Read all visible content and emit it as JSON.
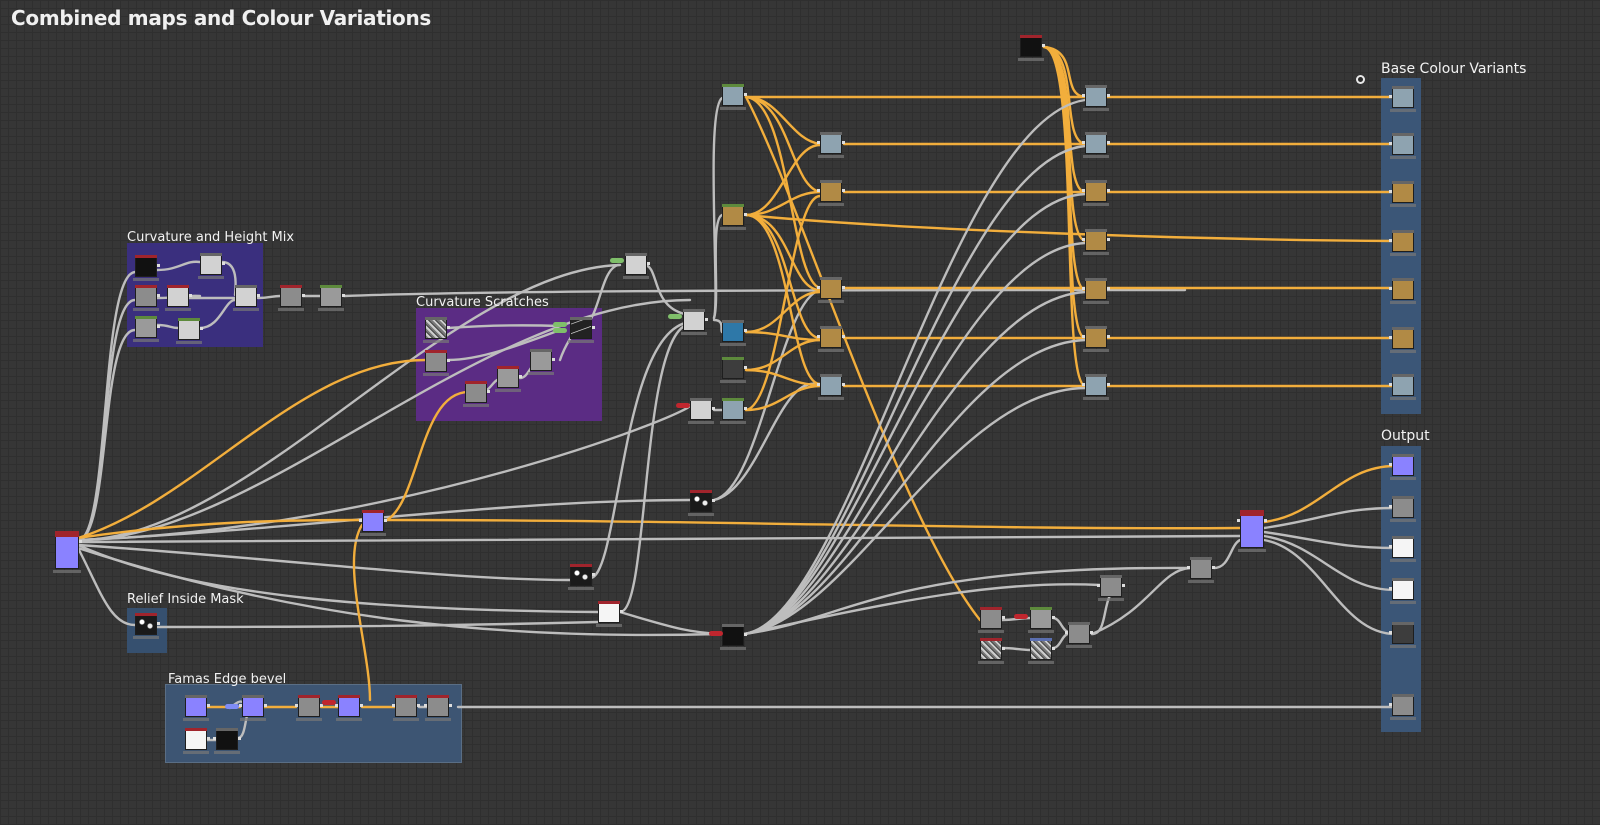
{
  "graph": {
    "title": "Combined maps and Colour Variations"
  },
  "frames": [
    {
      "id": "curvature-height-mix",
      "label": "Curvature and Height Mix",
      "color": "#3a2f7e"
    },
    {
      "id": "curvature-scratches",
      "label": "Curvature Scratches",
      "color": "#5b2c84"
    },
    {
      "id": "relief-inside-mask",
      "label": "Relief Inside Mask",
      "color": "#36506f"
    },
    {
      "id": "famas-edge-bevel",
      "label": "Famas Edge bevel",
      "color": "#3d5573"
    },
    {
      "id": "base-colour-variants",
      "label": "Base Colour Variants",
      "color": "#3b5677"
    },
    {
      "id": "output",
      "label": "Output",
      "color": "#3b5677"
    }
  ],
  "icons": {
    "frame_pin": "pin-icon"
  },
  "colors": {
    "background": "#363636",
    "wire_gray": "#bdbdbd",
    "wire_orange": "#f2ae3c"
  }
}
